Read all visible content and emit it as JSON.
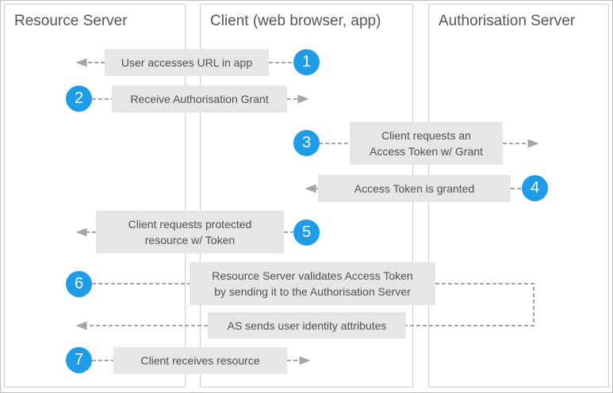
{
  "lanes": [
    {
      "title": "Resource Server"
    },
    {
      "title": "Client (web browser, app)"
    },
    {
      "title": "Authorisation Server"
    }
  ],
  "steps": [
    {
      "number": "1",
      "label": "User accesses URL in app"
    },
    {
      "number": "2",
      "label": "Receive Authorisation Grant"
    },
    {
      "number": "3",
      "label": "Client requests an\nAccess Token w/ Grant"
    },
    {
      "number": "4",
      "label": "Access Token is granted"
    },
    {
      "number": "5",
      "label": "Client requests protected\nresource w/ Token"
    },
    {
      "number": "6",
      "label": "Resource Server validates Access Token\nby sending it to the Authorisation Server"
    },
    {
      "number": "",
      "label": "AS sends user identity attributes"
    },
    {
      "number": "7",
      "label": "Client receives resource"
    }
  ],
  "colors": {
    "badge": "#1e9de6",
    "box": "#e6e6e6",
    "line": "#a6a6a6",
    "text": "#505050"
  }
}
